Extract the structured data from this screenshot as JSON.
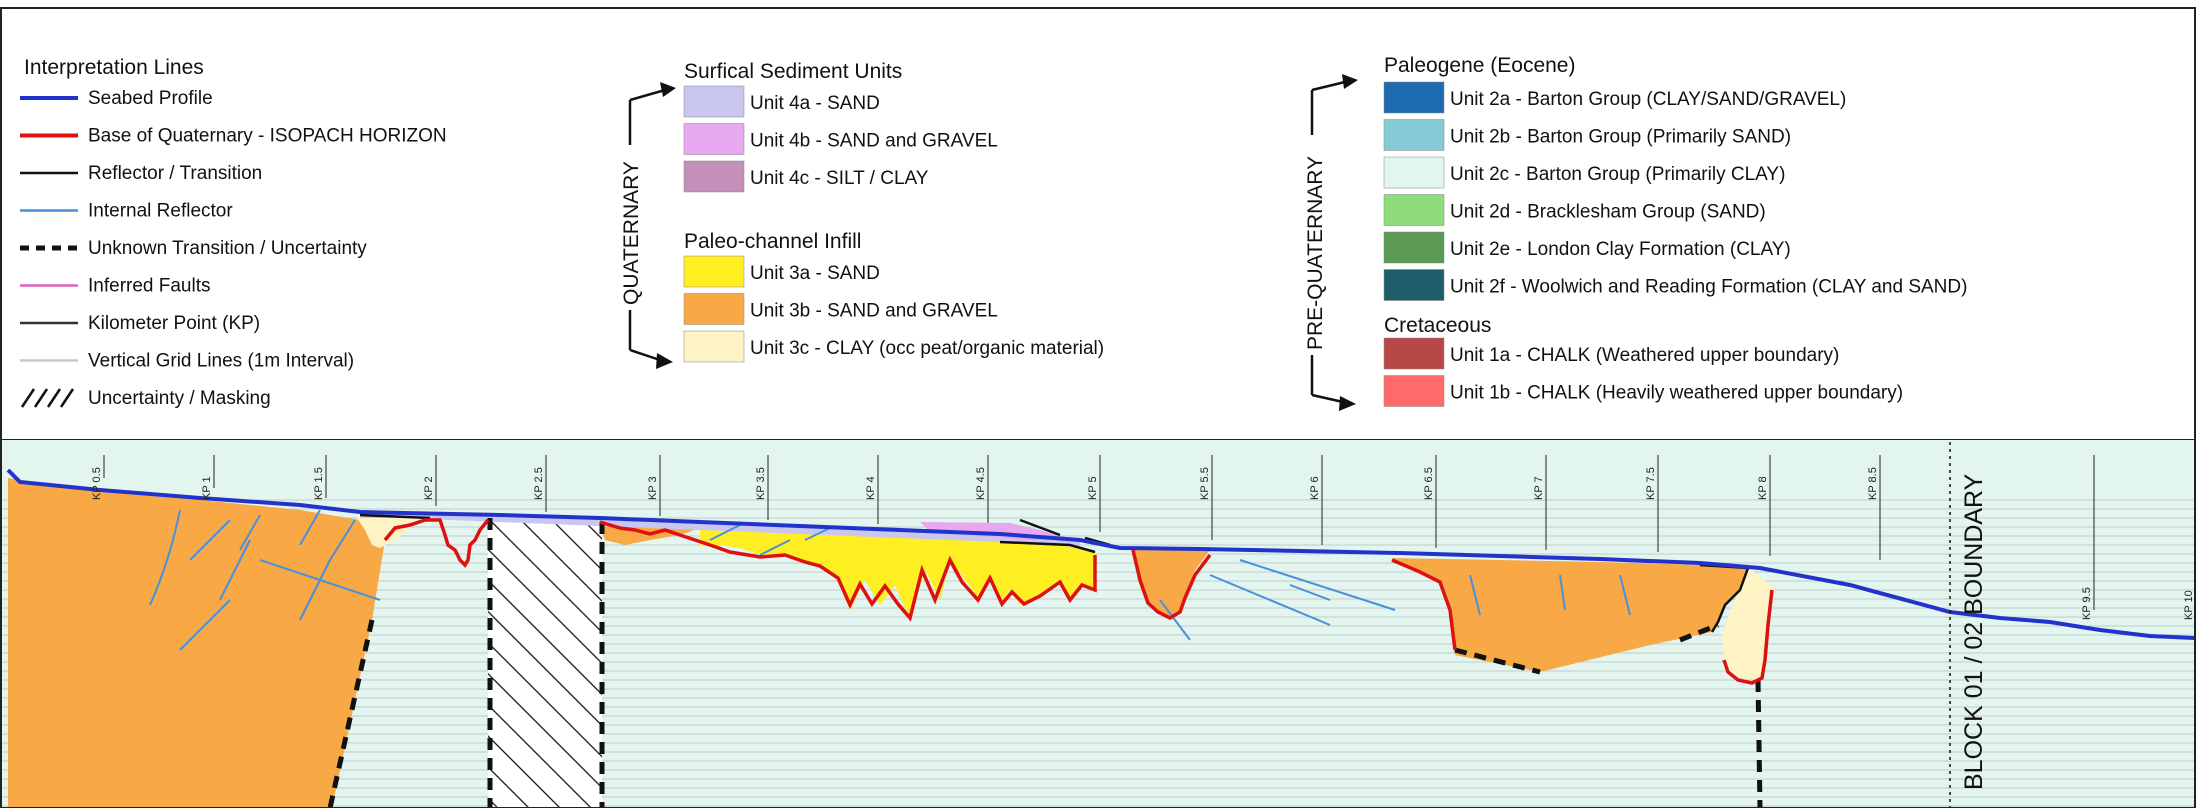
{
  "legend": {
    "interpretation": {
      "title": "Interpretation Lines",
      "items": [
        {
          "label": "Seabed Profile",
          "style": "solid",
          "color": "#2233cc"
        },
        {
          "label": "Base of Quaternary - ISOPACH HORIZON",
          "style": "solid",
          "color": "#dd1111"
        },
        {
          "label": "Reflector / Transition",
          "style": "solid",
          "color": "#111111"
        },
        {
          "label": "Internal Reflector",
          "style": "solid",
          "color": "#4a90d9"
        },
        {
          "label": "Unknown Transition / Uncertainty",
          "style": "dashed",
          "color": "#111111"
        },
        {
          "label": "Inferred Faults",
          "style": "solid",
          "color": "#e060c0"
        },
        {
          "label": "Kilometer Point (KP)",
          "style": "solid",
          "color": "#333333"
        },
        {
          "label": "Vertical Grid Lines (1m Interval)",
          "style": "solid",
          "color": "#c8c8c8"
        },
        {
          "label": "Uncertainty / Masking",
          "style": "hatch",
          "color": "#111111"
        }
      ]
    },
    "quaternary": {
      "label": "QUATERNARY",
      "groups": [
        {
          "title": "Surfical Sediment Units",
          "units": [
            {
              "label": "Unit 4a - SAND",
              "color": "#c9c6f0"
            },
            {
              "label": "Unit 4b - SAND and GRAVEL",
              "color": "#e8a8f0"
            },
            {
              "label": "Unit 4c - SILT / CLAY",
              "color": "#c48fb8"
            }
          ]
        },
        {
          "title": "Paleo-channel Infill",
          "units": [
            {
              "label": "Unit 3a - SAND",
              "color": "#ffee22"
            },
            {
              "label": "Unit 3b - SAND and GRAVEL",
              "color": "#f8a845"
            },
            {
              "label": "Unit 3c - CLAY (occ peat/organic material)",
              "color": "#fdf3c4"
            }
          ]
        }
      ]
    },
    "prequaternary": {
      "label": "PRE-QUATERNARY",
      "groups": [
        {
          "title": "Paleogene (Eocene)",
          "units": [
            {
              "label": "Unit 2a - Barton Group (CLAY/SAND/GRAVEL)",
              "color": "#1f6bb0"
            },
            {
              "label": "Unit 2b - Barton Group (Primarily SAND)",
              "color": "#86cad6"
            },
            {
              "label": "Unit 2c - Barton Group (Primarily CLAY)",
              "color": "#e2f5ee"
            },
            {
              "label": "Unit 2d - Bracklesham Group (SAND)",
              "color": "#8fdc7a"
            },
            {
              "label": "Unit 2e - London Clay Formation (CLAY)",
              "color": "#5b9a55"
            },
            {
              "label": "Unit 2f - Woolwich and Reading Formation (CLAY and SAND)",
              "color": "#1d5e6a"
            }
          ]
        },
        {
          "title": "Cretaceous",
          "units": [
            {
              "label": "Unit 1a - CHALK (Weathered upper boundary)",
              "color": "#b84848"
            },
            {
              "label": "Unit 1b - CHALK (Heavily weathered upper boundary)",
              "color": "#ff6a6a"
            }
          ]
        }
      ]
    }
  },
  "section": {
    "kp_labels": [
      "KP 0.5",
      "KP 1",
      "KP 1.5",
      "KP 2",
      "KP 2.5",
      "KP 3",
      "KP 3.5",
      "KP 4",
      "KP 4.5",
      "KP 5",
      "KP 5.5",
      "KP 6",
      "KP 6.5",
      "KP 7",
      "KP 7.5",
      "KP 8",
      "KP 8.5",
      "KP 9.5",
      "KP 10"
    ],
    "boundary_label": "BLOCK 01 / 02 BOUNDARY",
    "colors": {
      "background": "#e2f5ee",
      "grid": "#bcbcbc",
      "seabed": "#2233cc",
      "base_quaternary": "#dd1111",
      "internal": "#4a90d9"
    }
  }
}
